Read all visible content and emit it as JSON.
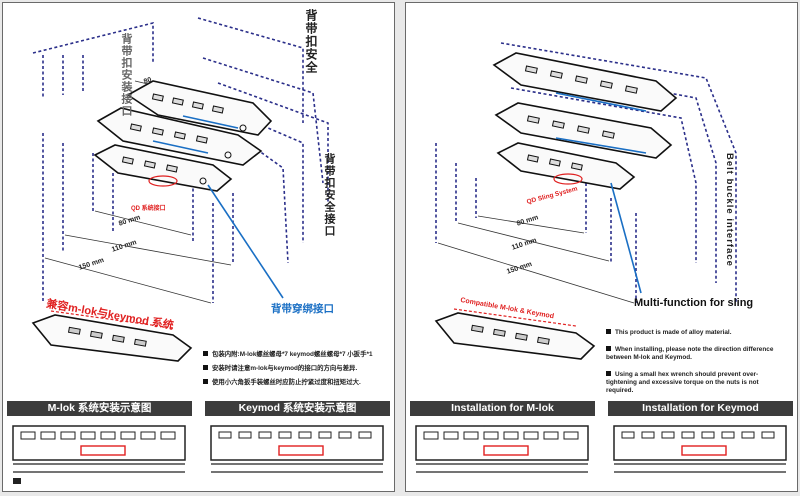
{
  "left": {
    "vertical_labels": [
      "背带扣安装接口",
      "背带扣安全",
      "背带扣安全接口"
    ],
    "dimensions": [
      "80 mm",
      "110 mm",
      "150 mm",
      "80"
    ],
    "qd_label": "QD 系统接口",
    "sling_label": "背带穿绑接口",
    "compat_title": "兼容m-lok与keymod 系统",
    "notes": [
      "包装内附:M-lok螺丝螺母*7 keymod螺丝螺母*7 小扳手*1",
      "安装时请注意m-lok与keymod的接口的方向与差异.",
      "使用小六角扳手装螺丝时应防止拧紧过度和扭矩过大."
    ],
    "install": [
      "M-lok 系统安装示意图",
      "Keymod 系统安装示意图"
    ]
  },
  "right": {
    "vertical_label": "Belt buckle interface",
    "dimensions": [
      "80 mm",
      "110 mm",
      "150 mm"
    ],
    "qd_label": "QD Sling System",
    "sling_title": "Multi-function for sling",
    "compat_title": "Compatible M-lok & Keymod",
    "notes": [
      "This product is made of alloy material.",
      "When installing, please note the direction difference between M-lok and Keymod.",
      "Using a small hex wrench should prevent over-tightening and excessive torque on the nuts is not required."
    ],
    "install": [
      "Installation for M-lok",
      "Installation for Keymod"
    ]
  },
  "colors": {
    "accent_red": "#e02020",
    "accent_blue": "#1a6fc4",
    "dash_blue": "#2b2f8a",
    "header_bg": "#3c3c3c"
  }
}
